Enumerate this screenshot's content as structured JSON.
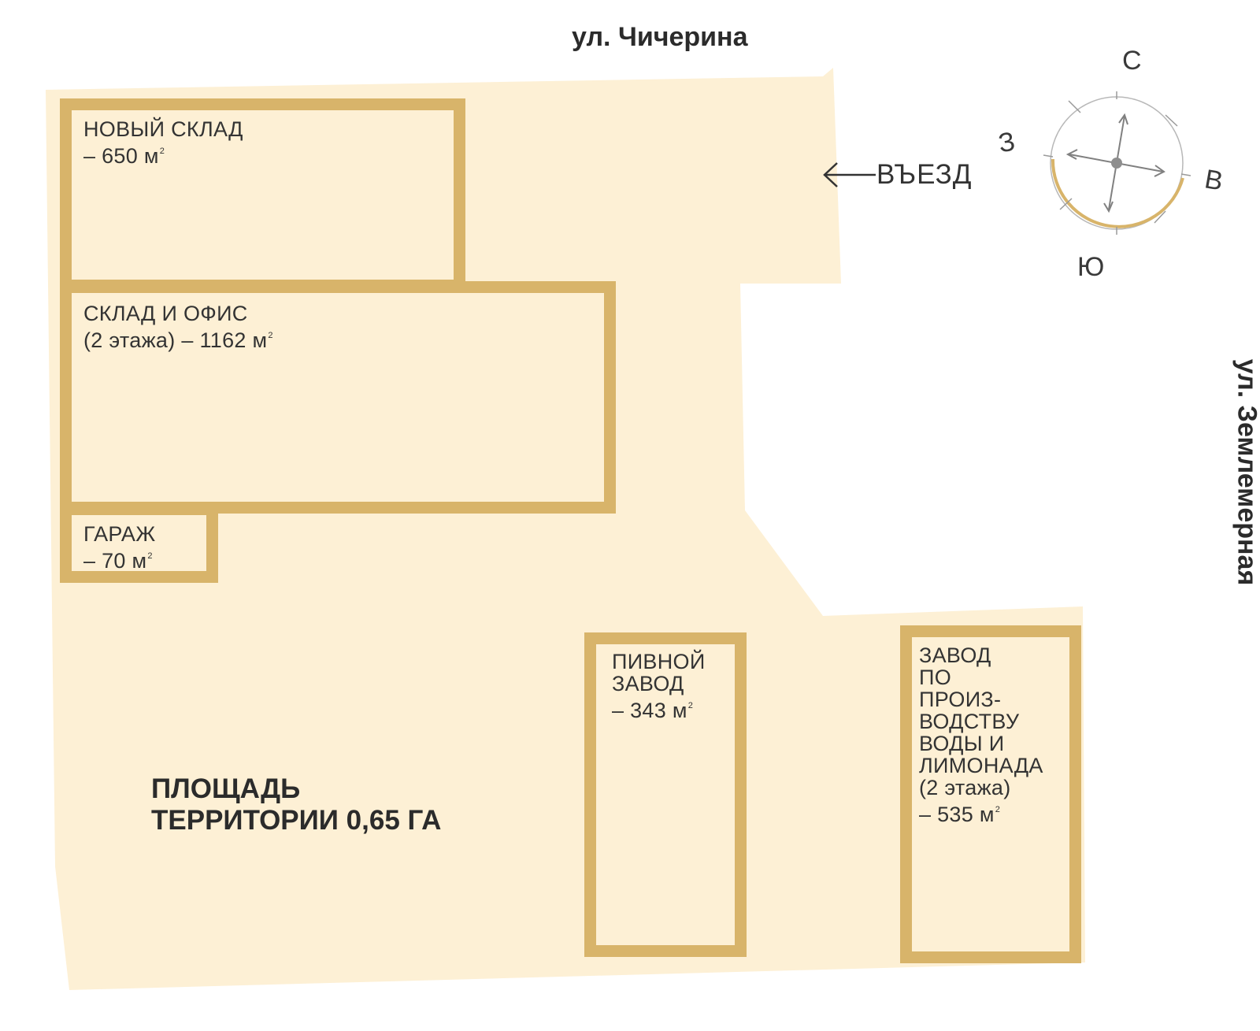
{
  "streets": {
    "north": "ул. Чичерина",
    "east": "ул. Землемерная"
  },
  "entrance": {
    "label": "ВЪЕЗД"
  },
  "territory": {
    "line1": "ПЛОЩАДЬ",
    "line2": "ТЕРРИТОРИИ 0,65 ГА"
  },
  "buildings": {
    "new_warehouse": {
      "lines": [
        "НОВЫЙ СКЛАД",
        "– 650 м"
      ],
      "sup": "2"
    },
    "warehouse_office": {
      "lines": [
        "СКЛАД И ОФИС",
        "(2 этажа) – 1162 м"
      ],
      "sup": "2"
    },
    "garage": {
      "lines": [
        "ГАРАЖ",
        "– 70 м"
      ],
      "sup": "2"
    },
    "brewery": {
      "lines": [
        "ПИВНОЙ",
        "ЗАВОД",
        "– 343 м"
      ],
      "sup": "2"
    },
    "water_plant": {
      "lines": [
        "ЗАВОД",
        "ПО",
        "ПРОИЗ-",
        "ВОДСТВУ",
        "ВОДЫ И",
        "ЛИМОНАДА",
        "(2 этажа)",
        "– 535 м"
      ],
      "sup": "2"
    }
  },
  "compass": {
    "north": "С",
    "west": "З",
    "east": "В",
    "south": "Ю"
  },
  "colors": {
    "territory_fill": "#fdf0d5",
    "building_outline": "#d8b46a",
    "text": "#2b2b2b"
  }
}
